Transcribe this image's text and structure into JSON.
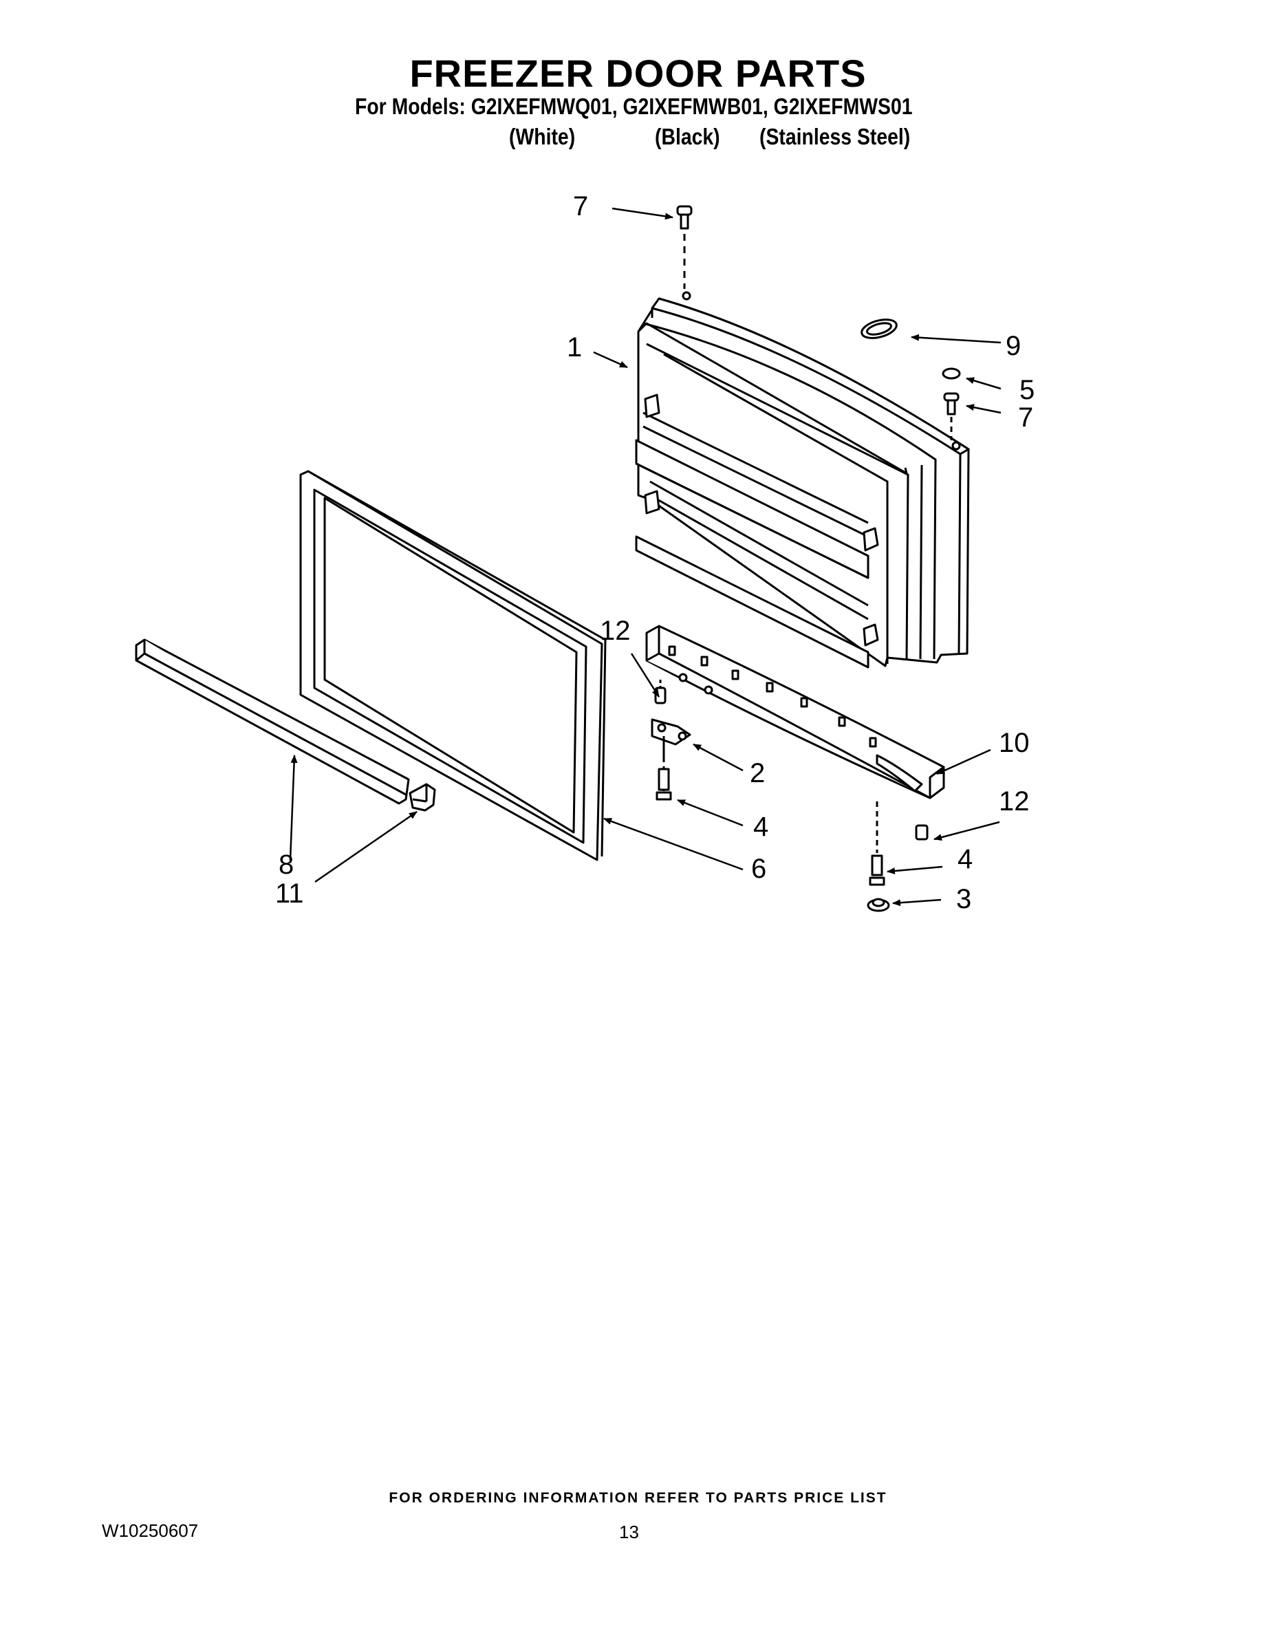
{
  "header": {
    "title": "FREEZER DOOR PARTS",
    "models_line": "For Models: G2IXEFMWQ01, G2IXEFMWB01, G2IXEFMWS01",
    "variants": [
      "(White)",
      "(Black)",
      "(Stainless Steel)"
    ]
  },
  "callouts": {
    "c7_top": "7",
    "c1": "1",
    "c9": "9",
    "c5": "5",
    "c7_right": "7",
    "c12_left": "12",
    "c10": "10",
    "c2": "2",
    "c4_left": "4",
    "c6": "6",
    "c8": "8",
    "c11": "11",
    "c12_right": "12",
    "c4_right": "4",
    "c3": "3"
  },
  "footer": {
    "ordering_note": "FOR ORDERING INFORMATION REFER TO PARTS PRICE LIST",
    "doc_number": "W10250607",
    "page_number": "13"
  }
}
